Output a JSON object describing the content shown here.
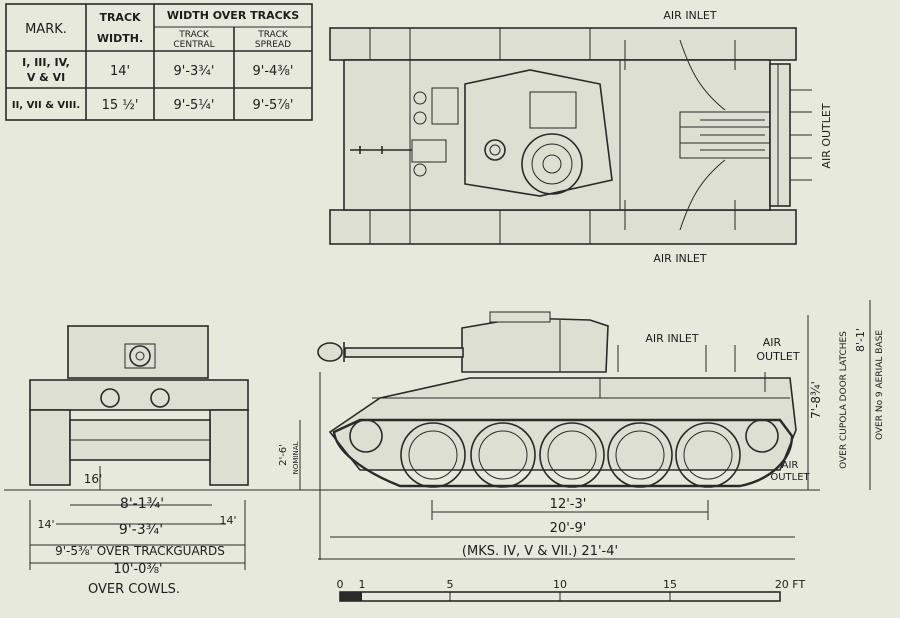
{
  "table": {
    "header_mark": "MARK.",
    "header_track_width": [
      "TRACK",
      "WIDTH."
    ],
    "header_width_over_tracks": "WIDTH OVER TRACKS",
    "header_track_central": [
      "TRACK",
      "CENTRAL"
    ],
    "header_track_spread": [
      "TRACK",
      "SPREAD"
    ],
    "rows": [
      {
        "mark": [
          "I, III, IV,",
          "V & VI"
        ],
        "track_width": "14'",
        "central": "9'-3¾'",
        "spread": "9'-4⅜'"
      },
      {
        "mark": [
          "II, VII & VIII."
        ],
        "track_width": "15 ½'",
        "central": "9'-5¼'",
        "spread": "9'-5⅞'"
      }
    ]
  },
  "plan_view": {
    "air_inlet_top": "AIR INLET",
    "air_inlet_bottom": "AIR INLET",
    "air_outlet": "AIR OUTLET"
  },
  "front_view": {
    "dim_16": "16'",
    "dim_8_1_3_4": "8'-1¾'",
    "dim_9_3_3_4": "9'-3¾'",
    "dim_14_left": "14'",
    "dim_14_right": "14'",
    "dim_over_trackguards": "9'-5⅜' OVER TRACKGUARDS",
    "dim_10_0": "10'-0⅜'",
    "over_cowls": "OVER COWLS."
  },
  "side_view": {
    "air_inlet": "AIR INLET",
    "air_outlet_top": [
      "AIR",
      "OUTLET"
    ],
    "air_outlet_rear": [
      "AIR",
      "OUTLET"
    ],
    "dim_2_6": "2'-6'",
    "nominal": "NOMINAL",
    "dim_12_3": "12'-3'",
    "dim_20_9": "20'-9'",
    "dim_marks": "(MKS. IV, V & VII.) 21'-4'",
    "dim_7_8": "7'-8¾'",
    "over_cupola": "OVER CUPOLA DOOR LATCHES",
    "dim_8_1": "8'-1'",
    "over_aerial": "OVER No 9 AERIAL BASE"
  },
  "scale": {
    "ticks": [
      "0",
      "1",
      "5",
      "10",
      "15",
      "20 FT"
    ]
  }
}
